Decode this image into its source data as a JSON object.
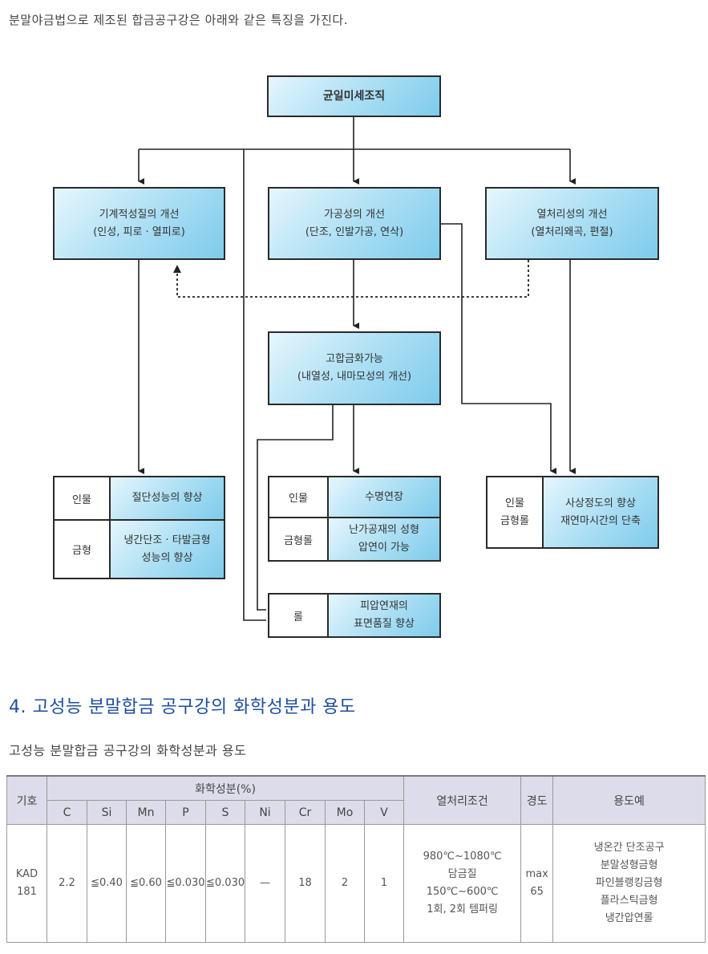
{
  "intro": "분말야금법으로 제조된 합금공구강은 아래와 같은 특징을 가진다.",
  "diagram": {
    "top": "균일미세조직",
    "mech": {
      "line1": "기계적성질의 개선",
      "line2": "(인성, 피로 · 열피로)"
    },
    "work": {
      "line1": "가공성의 개선",
      "line2": "(단조, 인발가공, 연삭)"
    },
    "heat": {
      "line1": "열처리성의 개선",
      "line2": "(열처리왜곡, 편절)"
    },
    "alloy": {
      "line1": "고합금화가능",
      "line2": "(내열성, 내마모성의 개선)"
    },
    "r1": {
      "lab1": "인물",
      "val1": "절단성능의 향상",
      "lab2": "금형",
      "val2a": "냉간단조 · 타발금형",
      "val2b": "성능의 향상"
    },
    "r2": {
      "lab1": "인물",
      "val1": "수명연장",
      "lab2": "금형롤",
      "val2a": "난가공재의 성형",
      "val2b": "압연이 가능"
    },
    "r3": {
      "laba": "인물",
      "labb": "금형롤",
      "vala": "사상정도의 향상",
      "valb": "재연마시간의 단축"
    },
    "r4": {
      "lab": "롤",
      "vala": "피압연재의",
      "valb": "표면품질 향상"
    }
  },
  "heading": "4. 고성능 분말합금 공구강의 화학성분과 용도",
  "subheading": "고성능 분말합금 공구강의 화학성분과 용도",
  "table": {
    "h_symbol": "기호",
    "h_chem": "화학성분(%)",
    "h_heat": "열처리조건",
    "h_hard": "경도",
    "h_use": "용도예",
    "elements": [
      "C",
      "Si",
      "Mn",
      "P",
      "S",
      "Ni",
      "Cr",
      "Mo",
      "V"
    ],
    "row": {
      "symbol_a": "KAD",
      "symbol_b": "181",
      "values": [
        "2.2",
        "≦0.40",
        "≦0.60",
        "≦0.030",
        "≦0.030",
        "—",
        "18",
        "2",
        "1"
      ],
      "heat": [
        "980℃~1080℃",
        "담금질",
        "150℃~600℃",
        "1회, 2회 템퍼링"
      ],
      "hard_a": "max",
      "hard_b": "65",
      "uses": [
        "냉온간 단조공구",
        "분말성형금형",
        "파인블랭킹금형",
        "플라스틱금형",
        "냉간압연롤"
      ]
    }
  }
}
